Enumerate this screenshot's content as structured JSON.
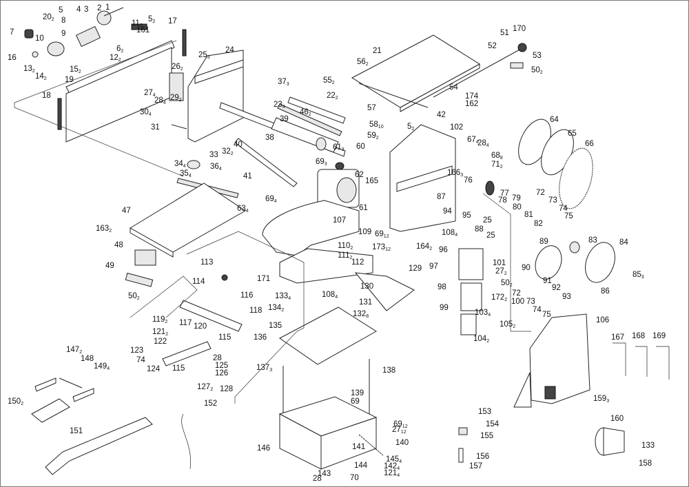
{
  "diagram": {
    "type": "exploded-parts-diagram",
    "subject": "planer / thicknesser",
    "callouts": [
      {
        "num": "1",
        "qty": ""
      },
      {
        "num": "2",
        "qty": ""
      },
      {
        "num": "3",
        "qty": ""
      },
      {
        "num": "4",
        "qty": ""
      },
      {
        "num": "5",
        "qty": ""
      },
      {
        "num": "5",
        "qty": "2"
      },
      {
        "num": "5",
        "qty": "2"
      },
      {
        "num": "6",
        "qty": "2"
      },
      {
        "num": "7",
        "qty": ""
      },
      {
        "num": "8",
        "qty": ""
      },
      {
        "num": "9",
        "qty": ""
      },
      {
        "num": "10",
        "qty": ""
      },
      {
        "num": "11",
        "qty": "2"
      },
      {
        "num": "12",
        "qty": "2"
      },
      {
        "num": "13",
        "qty": "2"
      },
      {
        "num": "14",
        "qty": "2"
      },
      {
        "num": "15",
        "qty": "2"
      },
      {
        "num": "16",
        "qty": ""
      },
      {
        "num": "17",
        "qty": ""
      },
      {
        "num": "18",
        "qty": ""
      },
      {
        "num": "19",
        "qty": ""
      },
      {
        "num": "20",
        "qty": "2"
      },
      {
        "num": "21",
        "qty": ""
      },
      {
        "num": "22",
        "qty": "2"
      },
      {
        "num": "23",
        "qty": "4"
      },
      {
        "num": "24",
        "qty": ""
      },
      {
        "num": "25",
        "qty": "3"
      },
      {
        "num": "25",
        "qty": ""
      },
      {
        "num": "25",
        "qty": ""
      },
      {
        "num": "26",
        "qty": "2"
      },
      {
        "num": "27",
        "qty": "4"
      },
      {
        "num": "27",
        "qty": "2"
      },
      {
        "num": "27",
        "qty": "12"
      },
      {
        "num": "28",
        "qty": "4"
      },
      {
        "num": "28",
        "qty": "4"
      },
      {
        "num": "28",
        "qty": ""
      },
      {
        "num": "28",
        "qty": ""
      },
      {
        "num": "29",
        "qty": "2"
      },
      {
        "num": "30",
        "qty": "4"
      },
      {
        "num": "31",
        "qty": ""
      },
      {
        "num": "32",
        "qty": "2"
      },
      {
        "num": "33",
        "qty": ""
      },
      {
        "num": "34",
        "qty": "4"
      },
      {
        "num": "35",
        "qty": "4"
      },
      {
        "num": "36",
        "qty": "4"
      },
      {
        "num": "37",
        "qty": "3"
      },
      {
        "num": "38",
        "qty": ""
      },
      {
        "num": "39",
        "qty": ""
      },
      {
        "num": "40",
        "qty": ""
      },
      {
        "num": "41",
        "qty": ""
      },
      {
        "num": "42",
        "qty": ""
      },
      {
        "num": "46",
        "qty": "2"
      },
      {
        "num": "47",
        "qty": ""
      },
      {
        "num": "48",
        "qty": ""
      },
      {
        "num": "49",
        "qty": ""
      },
      {
        "num": "50",
        "qty": "2"
      },
      {
        "num": "50",
        "qty": "2"
      },
      {
        "num": "50",
        "qty": "2"
      },
      {
        "num": "51",
        "qty": ""
      },
      {
        "num": "52",
        "qty": ""
      },
      {
        "num": "53",
        "qty": ""
      },
      {
        "num": "54",
        "qty": ""
      },
      {
        "num": "55",
        "qty": "2"
      },
      {
        "num": "56",
        "qty": "2"
      },
      {
        "num": "57",
        "qty": ""
      },
      {
        "num": "58",
        "qty": "10"
      },
      {
        "num": "59",
        "qty": "2"
      },
      {
        "num": "60",
        "qty": ""
      },
      {
        "num": "61",
        "qty": "3"
      },
      {
        "num": "61",
        "qty": ""
      },
      {
        "num": "62",
        "qty": ""
      },
      {
        "num": "63",
        "qty": "4"
      },
      {
        "num": "64",
        "qty": ""
      },
      {
        "num": "65",
        "qty": ""
      },
      {
        "num": "66",
        "qty": ""
      },
      {
        "num": "67",
        "qty": "4"
      },
      {
        "num": "68",
        "qty": "8"
      },
      {
        "num": "69",
        "qty": "3"
      },
      {
        "num": "69",
        "qty": "4"
      },
      {
        "num": "69",
        "qty": "12"
      },
      {
        "num": "69",
        "qty": ""
      },
      {
        "num": "69",
        "qty": "12"
      },
      {
        "num": "70",
        "qty": ""
      },
      {
        "num": "71",
        "qty": "2"
      },
      {
        "num": "72",
        "qty": ""
      },
      {
        "num": "72",
        "qty": ""
      },
      {
        "num": "73",
        "qty": ""
      },
      {
        "num": "73",
        "qty": ""
      },
      {
        "num": "74",
        "qty": ""
      },
      {
        "num": "74",
        "qty": ""
      },
      {
        "num": "74",
        "qty": ""
      },
      {
        "num": "75",
        "qty": ""
      },
      {
        "num": "75",
        "qty": ""
      },
      {
        "num": "76",
        "qty": ""
      },
      {
        "num": "77",
        "qty": ""
      },
      {
        "num": "78",
        "qty": ""
      },
      {
        "num": "79",
        "qty": ""
      },
      {
        "num": "80",
        "qty": ""
      },
      {
        "num": "81",
        "qty": ""
      },
      {
        "num": "82",
        "qty": ""
      },
      {
        "num": "83",
        "qty": ""
      },
      {
        "num": "84",
        "qty": ""
      },
      {
        "num": "85",
        "qty": "3"
      },
      {
        "num": "86",
        "qty": ""
      },
      {
        "num": "87",
        "qty": ""
      },
      {
        "num": "88",
        "qty": ""
      },
      {
        "num": "89",
        "qty": ""
      },
      {
        "num": "90",
        "qty": ""
      },
      {
        "num": "91",
        "qty": ""
      },
      {
        "num": "92",
        "qty": ""
      },
      {
        "num": "93",
        "qty": ""
      },
      {
        "num": "94",
        "qty": ""
      },
      {
        "num": "95",
        "qty": ""
      },
      {
        "num": "96",
        "qty": ""
      },
      {
        "num": "97",
        "qty": ""
      },
      {
        "num": "98",
        "qty": ""
      },
      {
        "num": "99",
        "qty": ""
      },
      {
        "num": "100",
        "qty": ""
      },
      {
        "num": "101",
        "qty": ""
      },
      {
        "num": "102",
        "qty": ""
      },
      {
        "num": "103",
        "qty": "4"
      },
      {
        "num": "104",
        "qty": "2"
      },
      {
        "num": "105",
        "qty": "2"
      },
      {
        "num": "106",
        "qty": ""
      },
      {
        "num": "107",
        "qty": ""
      },
      {
        "num": "108",
        "qty": "4"
      },
      {
        "num": "108",
        "qty": "4"
      },
      {
        "num": "109",
        "qty": ""
      },
      {
        "num": "110",
        "qty": "2"
      },
      {
        "num": "111",
        "qty": "2"
      },
      {
        "num": "112",
        "qty": ""
      },
      {
        "num": "113",
        "qty": ""
      },
      {
        "num": "114",
        "qty": ""
      },
      {
        "num": "115",
        "qty": ""
      },
      {
        "num": "115",
        "qty": ""
      },
      {
        "num": "116",
        "qty": ""
      },
      {
        "num": "117",
        "qty": ""
      },
      {
        "num": "118",
        "qty": ""
      },
      {
        "num": "119",
        "qty": "2"
      },
      {
        "num": "120",
        "qty": ""
      },
      {
        "num": "121",
        "qty": "2"
      },
      {
        "num": "121",
        "qty": "4"
      },
      {
        "num": "122",
        "qty": ""
      },
      {
        "num": "123",
        "qty": ""
      },
      {
        "num": "124",
        "qty": ""
      },
      {
        "num": "125",
        "qty": ""
      },
      {
        "num": "126",
        "qty": ""
      },
      {
        "num": "127",
        "qty": "2"
      },
      {
        "num": "128",
        "qty": ""
      },
      {
        "num": "129",
        "qty": ""
      },
      {
        "num": "130",
        "qty": ""
      },
      {
        "num": "131",
        "qty": ""
      },
      {
        "num": "132",
        "qty": "8"
      },
      {
        "num": "133",
        "qty": "4"
      },
      {
        "num": "133",
        "qty": ""
      },
      {
        "num": "134",
        "qty": "2"
      },
      {
        "num": "135",
        "qty": ""
      },
      {
        "num": "136",
        "qty": ""
      },
      {
        "num": "137",
        "qty": "3"
      },
      {
        "num": "138",
        "qty": ""
      },
      {
        "num": "139",
        "qty": ""
      },
      {
        "num": "140",
        "qty": ""
      },
      {
        "num": "141",
        "qty": ""
      },
      {
        "num": "142",
        "qty": "4"
      },
      {
        "num": "143",
        "qty": ""
      },
      {
        "num": "144",
        "qty": ""
      },
      {
        "num": "145",
        "qty": "4"
      },
      {
        "num": "146",
        "qty": ""
      },
      {
        "num": "147",
        "qty": "2"
      },
      {
        "num": "148",
        "qty": ""
      },
      {
        "num": "149",
        "qty": "4"
      },
      {
        "num": "150",
        "qty": "2"
      },
      {
        "num": "151",
        "qty": ""
      },
      {
        "num": "152",
        "qty": ""
      },
      {
        "num": "153",
        "qty": ""
      },
      {
        "num": "154",
        "qty": ""
      },
      {
        "num": "155",
        "qty": ""
      },
      {
        "num": "156",
        "qty": ""
      },
      {
        "num": "157",
        "qty": ""
      },
      {
        "num": "158",
        "qty": ""
      },
      {
        "num": "159",
        "qty": "3"
      },
      {
        "num": "160",
        "qty": ""
      },
      {
        "num": "161",
        "qty": ""
      },
      {
        "num": "162",
        "qty": ""
      },
      {
        "num": "163",
        "qty": "2"
      },
      {
        "num": "164",
        "qty": "2"
      },
      {
        "num": "165",
        "qty": ""
      },
      {
        "num": "166",
        "qty": "3"
      },
      {
        "num": "167",
        "qty": ""
      },
      {
        "num": "168",
        "qty": ""
      },
      {
        "num": "169",
        "qty": ""
      },
      {
        "num": "170",
        "qty": ""
      },
      {
        "num": "171",
        "qty": ""
      },
      {
        "num": "172",
        "qty": "2"
      },
      {
        "num": "173",
        "qty": "12"
      },
      {
        "num": "174",
        "qty": ""
      }
    ]
  }
}
